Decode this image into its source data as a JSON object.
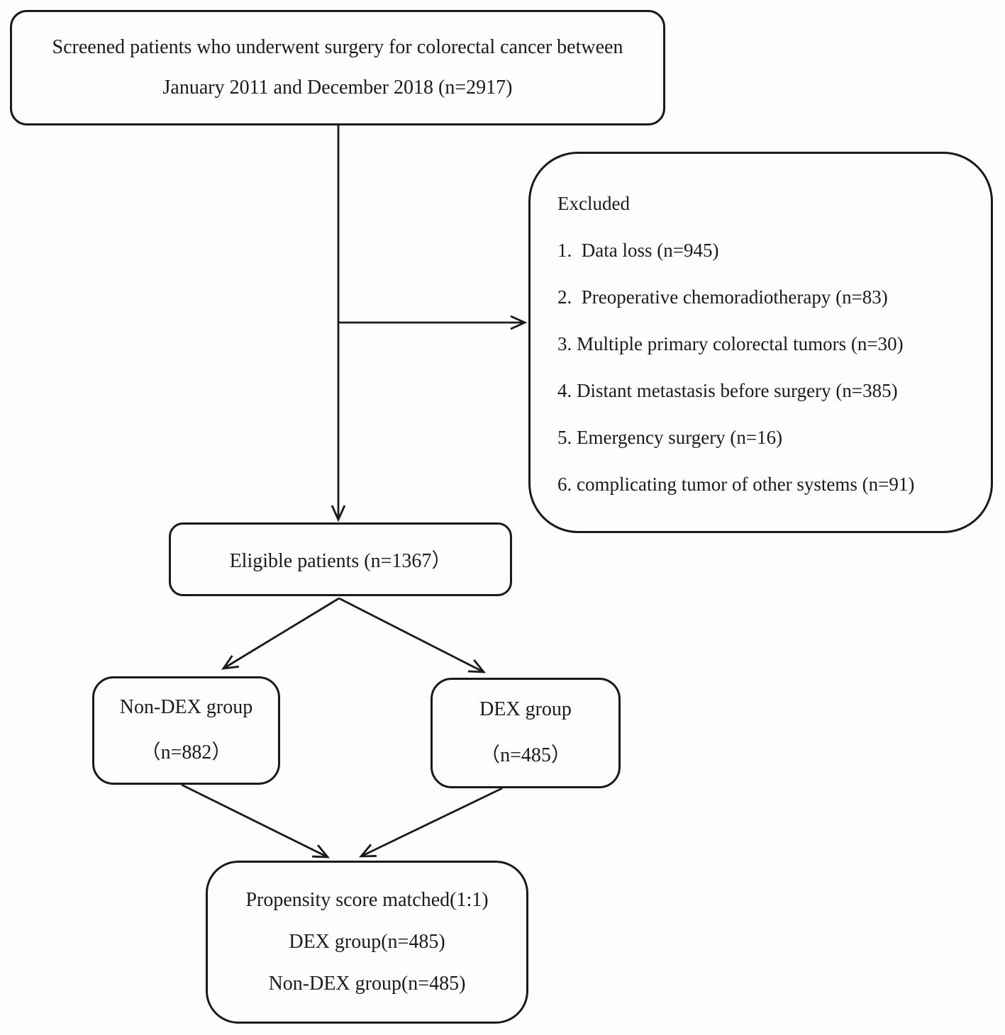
{
  "meta": {
    "background": "#fdfdfd",
    "line_color": "#1a1a1a"
  },
  "flowchart": {
    "screened": {
      "line1": "Screened patients who underwent surgery for colorectal cancer between",
      "line2": "January 2011 and December 2018 (n=2917)"
    },
    "excluded": {
      "title": "Excluded",
      "items": [
        "1.  Data loss (n=945)",
        "2.  Preoperative chemoradiotherapy (n=83)",
        "3. Multiple primary colorectal tumors (n=30)",
        "4. Distant metastasis before surgery (n=385)",
        "5. Emergency surgery (n=16)",
        "6. complicating tumor of other systems (n=91)"
      ]
    },
    "eligible": {
      "label": "Eligible patients (n=1367）"
    },
    "non_dex": {
      "line1": "Non-DEX group",
      "line2": "（n=882）"
    },
    "dex": {
      "line1": "DEX group",
      "line2": "（n=485）"
    },
    "matched": {
      "line1": "Propensity score matched(1:1)",
      "line2": "DEX group(n=485)",
      "line3": "Non-DEX group(n=485)"
    }
  }
}
